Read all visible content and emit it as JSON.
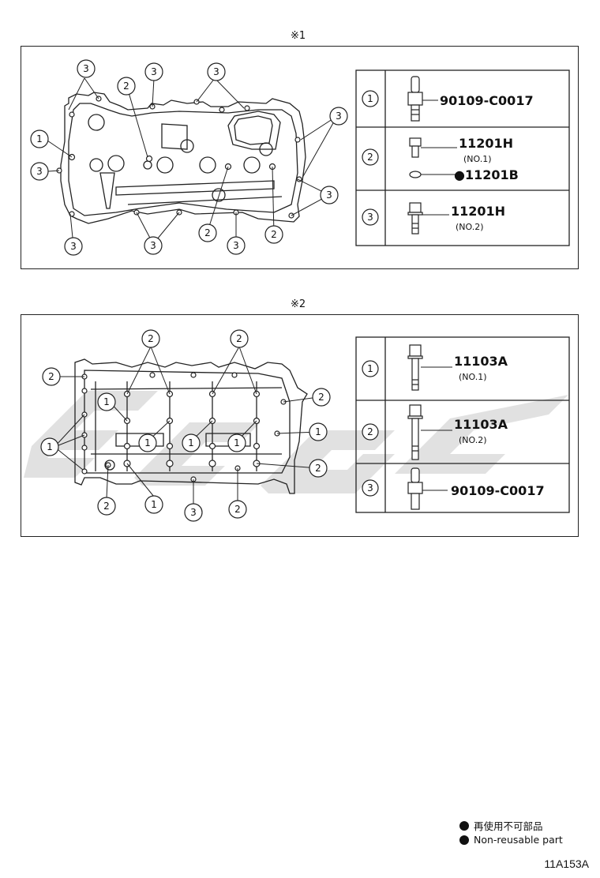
{
  "section1": {
    "mark": "※1",
    "table": [
      {
        "index": "1",
        "part": "90109-C0017",
        "sub": ""
      },
      {
        "index": "2",
        "part": "11201H",
        "sub": "(NO.1)",
        "part2": "●11201B"
      },
      {
        "index": "3",
        "part": "11201H",
        "sub": "(NO.2)"
      }
    ],
    "callouts": [
      "1",
      "2",
      "3"
    ]
  },
  "section2": {
    "mark": "※2",
    "table": [
      {
        "index": "1",
        "part": "11103A",
        "sub": "(NO.1)"
      },
      {
        "index": "2",
        "part": "11103A",
        "sub": "(NO.2)"
      },
      {
        "index": "3",
        "part": "90109-C0017",
        "sub": ""
      }
    ],
    "callouts": [
      "1",
      "2",
      "3"
    ]
  },
  "legend": {
    "line_jp": "再使用不可部品",
    "line_en": "Non-reusable part"
  },
  "figure_code": "11A153A",
  "colors": {
    "ink": "#111111",
    "watermark": "#d9d9d9"
  }
}
